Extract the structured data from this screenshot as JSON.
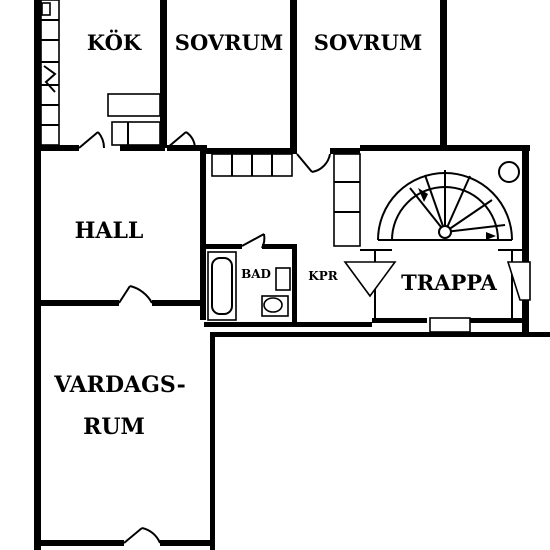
{
  "rooms": {
    "kok": "KÖK",
    "sovrum_1": "SOVRUM",
    "sovrum_2": "SOVRUM",
    "hall": "HALL",
    "bad": "BAD",
    "kpr": "KPR",
    "trappa": "TRAPPA",
    "vardagsrum_line1": "VARDAGS-",
    "vardagsrum_line2": "RUM"
  },
  "colors": {
    "wall": "#000000",
    "background": "#ffffff"
  }
}
